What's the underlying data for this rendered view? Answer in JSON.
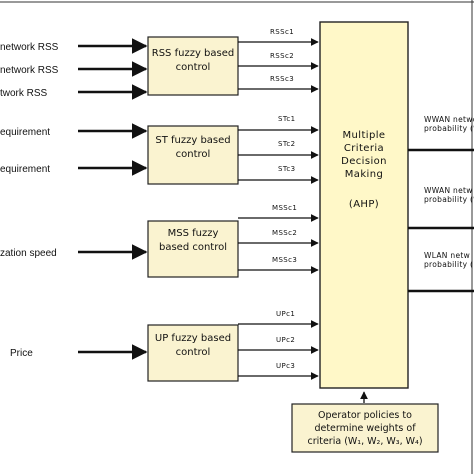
{
  "inputs": {
    "rss1": "network RSS",
    "rss2": "network RSS",
    "rss3": "twork RSS",
    "st1": "equirement",
    "st2": "equirement",
    "mss": "zation speed",
    "up": "Price"
  },
  "blocks": {
    "rss": [
      "RSS fuzzy based",
      "control"
    ],
    "st": [
      "ST fuzzy based",
      "control"
    ],
    "mss": [
      "MSS fuzzy",
      "based control"
    ],
    "up": [
      "UP fuzzy based",
      "control"
    ]
  },
  "signals": {
    "rss": [
      "RSSc1",
      "RSSc2",
      "RSSc3"
    ],
    "st": [
      "STc1",
      "STc2",
      "STc3"
    ],
    "mss": [
      "MSSc1",
      "MSSc2",
      "MSSc3"
    ],
    "up": [
      "UPc1",
      "UPc2",
      "UPc3"
    ]
  },
  "ahp": {
    "lines": [
      "Multiple",
      "Criteria",
      "Decision",
      "Making"
    ],
    "label": "(AHP)"
  },
  "outputs": {
    "wwan1": [
      "WWAN network",
      "probability (%)"
    ],
    "wwan2": [
      "WWAN netw",
      "probability (%"
    ],
    "wlan": [
      "WLAN netw",
      "probability ("
    ]
  },
  "operator": {
    "line1": "Operator policies to",
    "line2": "determine weights of",
    "line3": "criteria (W₁, W₂, W₃, W₄)"
  }
}
